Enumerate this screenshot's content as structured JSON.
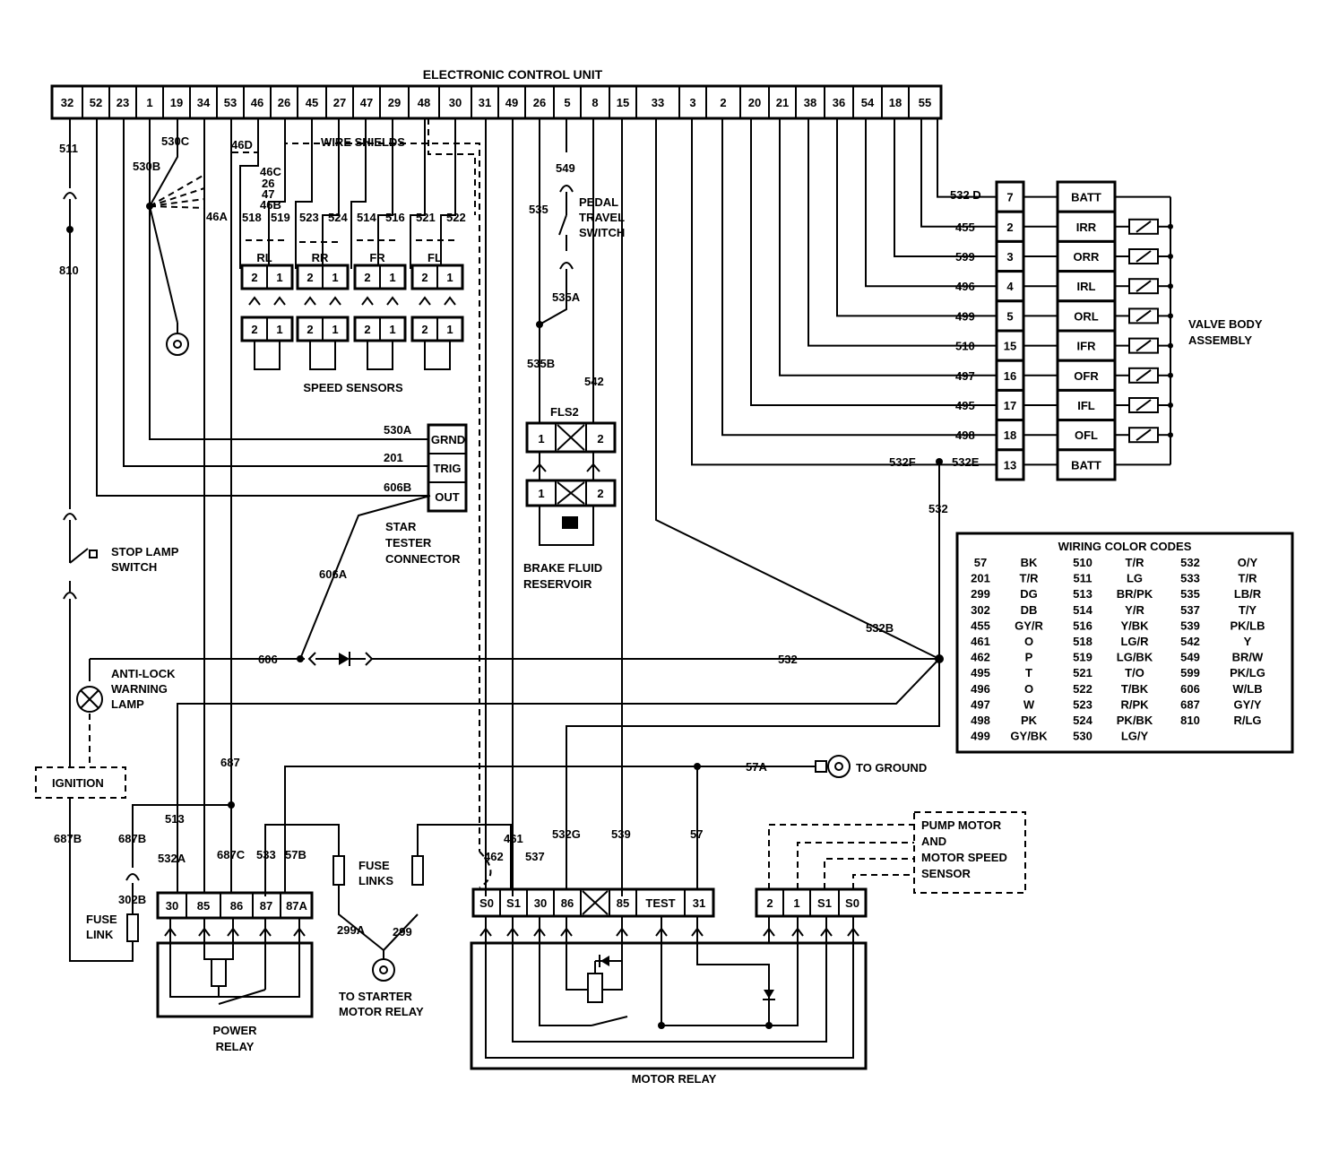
{
  "ecu": {
    "title": "ELECTRONIC CONTROL UNIT",
    "pins": [
      "32",
      "52",
      "23",
      "1",
      "19",
      "34",
      "53",
      "46",
      "26",
      "45",
      "27",
      "47",
      "29",
      "48",
      "30",
      "31",
      "49",
      "26",
      "5",
      "8",
      "15",
      "33",
      "3",
      "2",
      "20",
      "21",
      "38",
      "36",
      "54",
      "18",
      "55"
    ]
  },
  "labels": {
    "wire_shields": "WIRE SHIELDS",
    "speed_sensors": "SPEED SENSORS",
    "star_tester": [
      "STAR",
      "TESTER",
      "CONNECTOR"
    ],
    "stop_lamp": [
      "STOP LAMP",
      "SWITCH"
    ],
    "anti_lock": [
      "ANTI-LOCK",
      "WARNING",
      "LAMP"
    ],
    "ignition": "IGNITION",
    "pedal_travel": [
      "PEDAL",
      "TRAVEL",
      "SWITCH"
    ],
    "brake_fluid": [
      "BRAKE FLUID",
      "RESERVOIR"
    ],
    "fls2": "FLS2",
    "valve_body": [
      "VALVE BODY",
      "ASSEMBLY"
    ],
    "to_ground": "TO GROUND",
    "power_relay": [
      "POWER",
      "RELAY"
    ],
    "fuse_links": [
      "FUSE",
      "LINKS"
    ],
    "fuse_link": [
      "FUSE",
      "LINK"
    ],
    "to_starter": [
      "TO STARTER",
      "MOTOR RELAY"
    ],
    "motor_relay": "MOTOR RELAY",
    "pump_motor": [
      "PUMP MOTOR",
      "AND",
      "MOTOR SPEED",
      "SENSOR"
    ]
  },
  "wire_labels": {
    "w511": "511",
    "w810": "810",
    "w530C": "530C",
    "w530B": "530B",
    "w46D": "46D",
    "w46C": "46C",
    "w26": "26",
    "w47": "47",
    "w46B": "46B",
    "w46A": "46A",
    "w518": "518",
    "w519": "519",
    "w523": "523",
    "w524": "524",
    "w514": "514",
    "w516": "516",
    "w521": "521",
    "w522": "522",
    "w530A": "530A",
    "w201": "201",
    "w606B": "606B",
    "w606A": "606A",
    "w606": "606",
    "w532": "532",
    "w532B": "532B",
    "w532c": "532",
    "w532D": "532 D",
    "w532E": "532E",
    "w532F": "532F",
    "w549": "549",
    "w535": "535",
    "w535A": "535A",
    "w535B": "535B",
    "w542": "542",
    "w455": "455",
    "w599": "599",
    "w496": "496",
    "w499": "499",
    "w510": "510",
    "w497": "497",
    "w495": "495",
    "w498": "498",
    "w687": "687",
    "w57A": "57A",
    "w513": "513",
    "w687B": "687B",
    "w687B2": "687B",
    "w532A": "532A",
    "w687C": "687C",
    "w533": "533",
    "w57B": "57B",
    "w302B": "302B",
    "w299A": "299A",
    "w299": "299",
    "w462": "462",
    "w461": "461",
    "w537": "537",
    "w532G": "532G",
    "w539": "539",
    "w57": "57"
  },
  "sensors": {
    "names": [
      "RL",
      "RR",
      "FR",
      "FL"
    ],
    "pin_a": "2",
    "pin_b": "1"
  },
  "star_pins": [
    "GRND",
    "TRIG",
    "OUT"
  ],
  "fls2_pins": [
    "1",
    "2"
  ],
  "valve_body_rows": [
    {
      "pin": "7",
      "name": "BATT"
    },
    {
      "pin": "2",
      "name": "IRR"
    },
    {
      "pin": "3",
      "name": "ORR"
    },
    {
      "pin": "4",
      "name": "IRL"
    },
    {
      "pin": "5",
      "name": "ORL"
    },
    {
      "pin": "15",
      "name": "IFR"
    },
    {
      "pin": "16",
      "name": "OFR"
    },
    {
      "pin": "17",
      "name": "IFL"
    },
    {
      "pin": "18",
      "name": "OFL"
    },
    {
      "pin": "13",
      "name": "BATT"
    }
  ],
  "power_relay_pins": [
    "30",
    "85",
    "86",
    "87",
    "87A"
  ],
  "motor_relay_pins": [
    "S0",
    "S1",
    "30",
    "86",
    "85",
    "TEST",
    "31"
  ],
  "pump_pins": [
    "2",
    "1",
    "S1",
    "S0"
  ],
  "color_codes": {
    "title": "WIRING COLOR CODES",
    "columns": [
      [
        [
          "57",
          "BK"
        ],
        [
          "201",
          "T/R"
        ],
        [
          "299",
          "DG"
        ],
        [
          "302",
          "DB"
        ],
        [
          "455",
          "GY/R"
        ],
        [
          "461",
          "O"
        ],
        [
          "462",
          "P"
        ],
        [
          "495",
          "T"
        ],
        [
          "496",
          "O"
        ],
        [
          "497",
          "W"
        ],
        [
          "498",
          "PK"
        ],
        [
          "499",
          "GY/BK"
        ]
      ],
      [
        [
          "510",
          "T/R"
        ],
        [
          "511",
          "LG"
        ],
        [
          "513",
          "BR/PK"
        ],
        [
          "514",
          "Y/R"
        ],
        [
          "516",
          "Y/BK"
        ],
        [
          "518",
          "LG/R"
        ],
        [
          "519",
          "LG/BK"
        ],
        [
          "521",
          "T/O"
        ],
        [
          "522",
          "T/BK"
        ],
        [
          "523",
          "R/PK"
        ],
        [
          "524",
          "PK/BK"
        ],
        [
          "530",
          "LG/Y"
        ]
      ],
      [
        [
          "532",
          "O/Y"
        ],
        [
          "533",
          "T/R"
        ],
        [
          "535",
          "LB/R"
        ],
        [
          "537",
          "T/Y"
        ],
        [
          "539",
          "PK/LB"
        ],
        [
          "542",
          "Y"
        ],
        [
          "549",
          "BR/W"
        ],
        [
          "599",
          "PK/LG"
        ],
        [
          "606",
          "W/LB"
        ],
        [
          "687",
          "GY/Y"
        ],
        [
          "810",
          "R/LG"
        ]
      ]
    ]
  }
}
